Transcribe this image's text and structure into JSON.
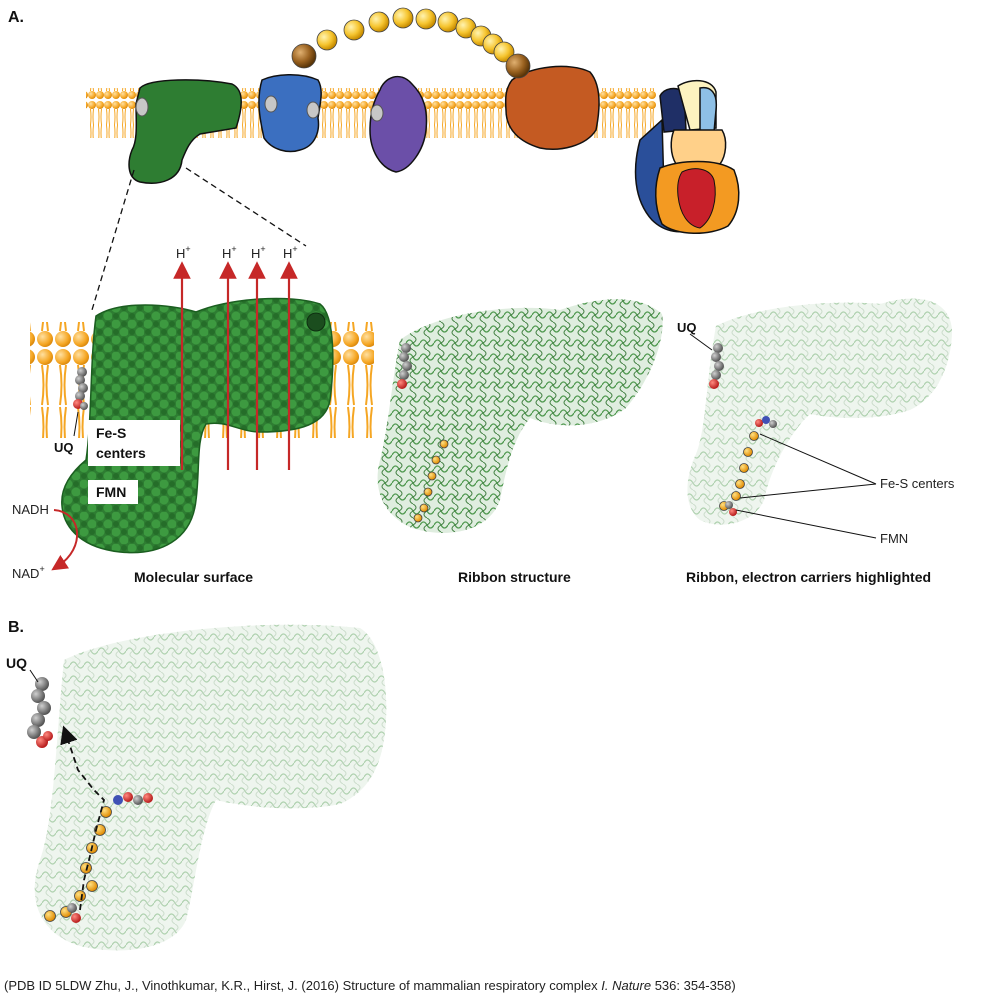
{
  "panel_a": {
    "label": "A.",
    "surface_labels": {
      "uq": "UQ",
      "fes_line1": "Fe-S",
      "fes_line2": "centers",
      "fmn": "FMN",
      "nadh": "NADH",
      "nad": "NAD",
      "nad_sup": "+",
      "proton": "H",
      "proton_sup": "+"
    },
    "captions": {
      "surface": "Molecular surface",
      "ribbon": "Ribbon structure",
      "highlighted": "Ribbon, electron carriers highlighted"
    },
    "highlighted_labels": {
      "uq": "UQ",
      "fes": "Fe-S centers",
      "fmn": "FMN"
    }
  },
  "panel_b": {
    "label": "B.",
    "uq": "UQ"
  },
  "citation": {
    "prefix": "(PDB ID 5LDW Zhu, J., Vinothkumar, K.R., Hirst, J. (2016) Structure  of mammalian respiratory complex ",
    "italic1": "I. Nature",
    "suffix": " 536: 354-358)"
  },
  "colors": {
    "complex_i": "#2e7d32",
    "complex_ii": "#3b6fc0",
    "complex_iii": "#6b4fa8",
    "complex_iv": "#c45a22",
    "atp_synthase": "#1f3d7a",
    "membrane": "#f5a623",
    "cytochrome_c": "#f7c531",
    "arrow_red": "#c62828"
  }
}
